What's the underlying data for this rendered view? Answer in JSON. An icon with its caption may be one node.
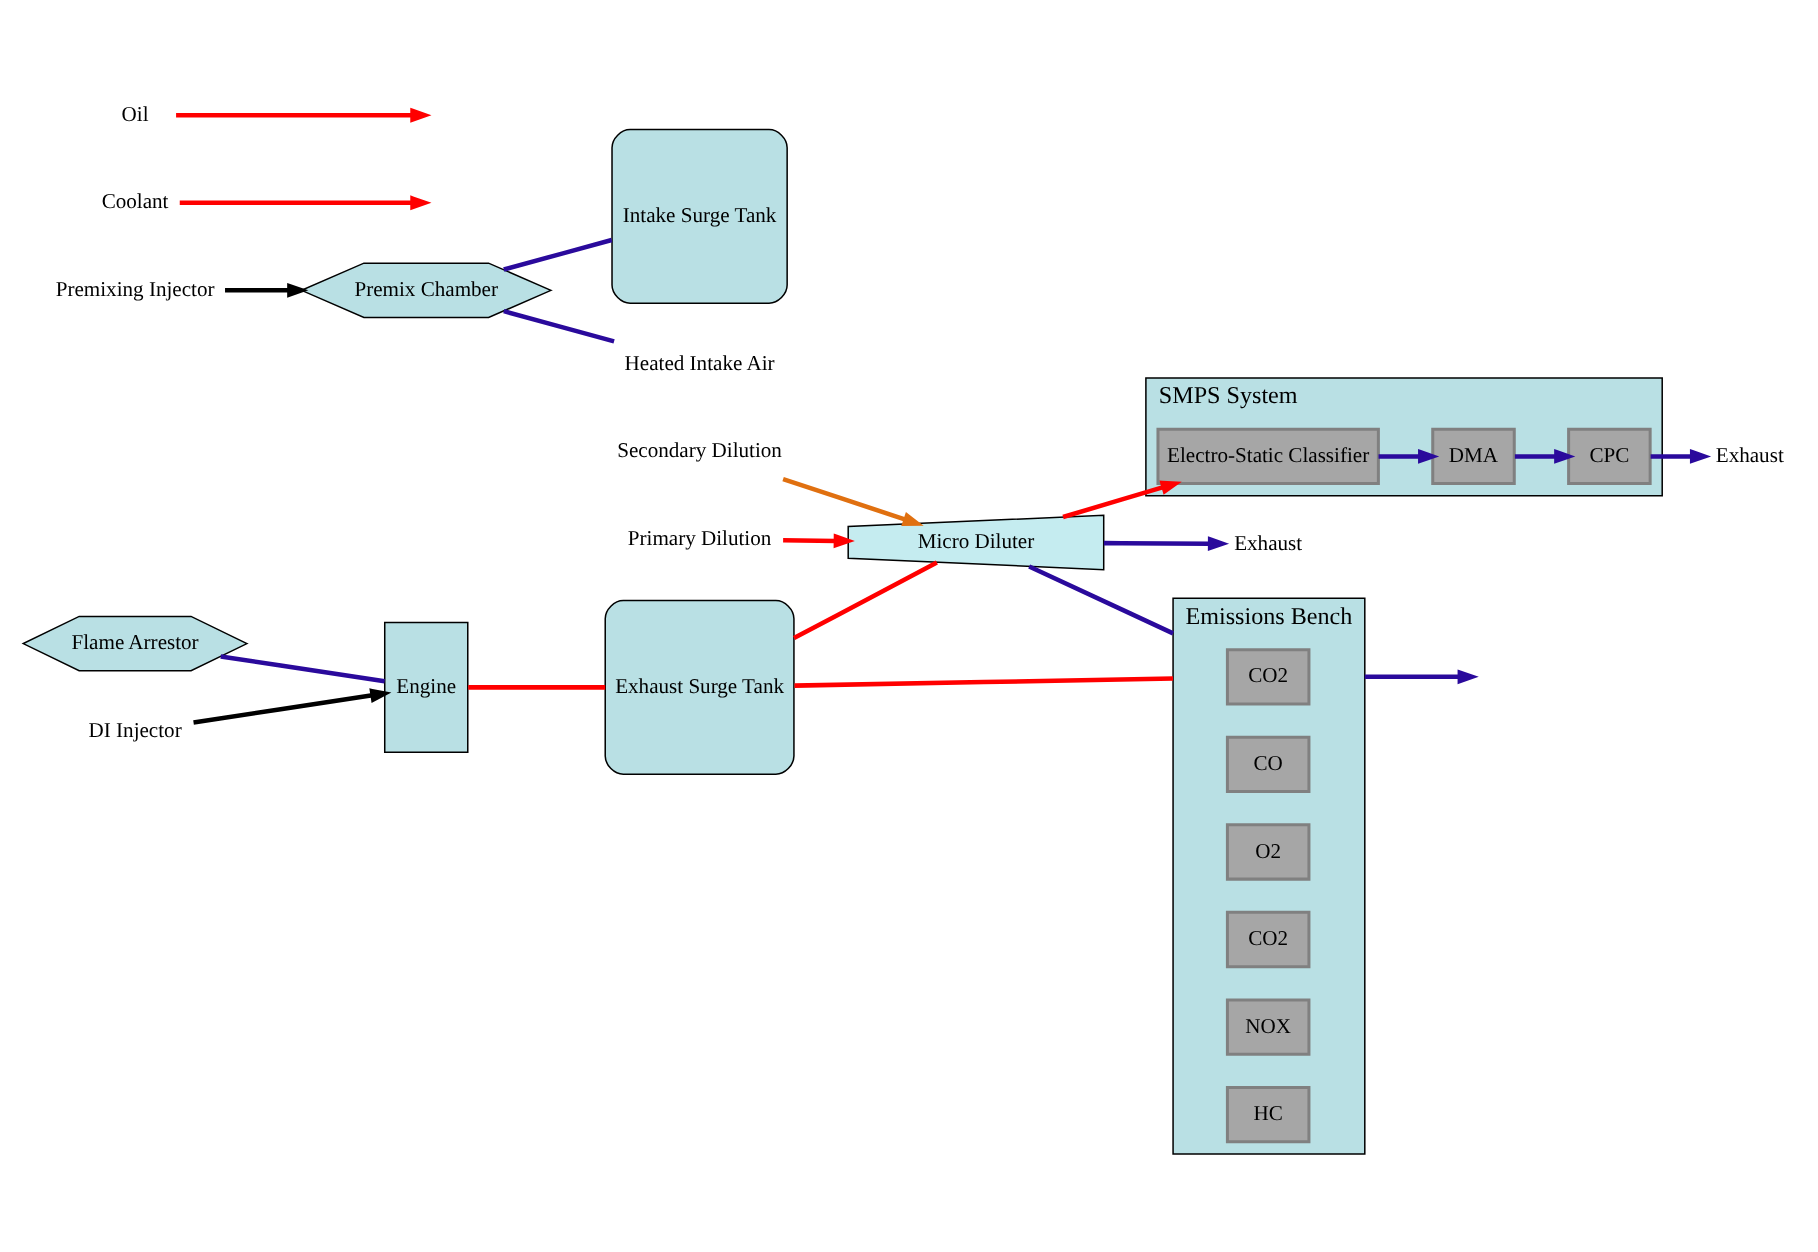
{
  "diagram": {
    "nodes": [
      {
        "text": [
          "Emissions Bench"
        ]
      },
      {
        "text": [
          "CO2"
        ],
        "in": 0
      },
      {
        "text": [
          "CO"
        ],
        "in": 0
      },
      {
        "text": [
          "O2"
        ],
        "in": 0
      },
      {
        "text": [
          "CO2"
        ],
        "in": 0
      },
      {
        "text": [
          "NOX"
        ],
        "in": 0
      },
      {
        "text": [
          "HC"
        ],
        "in": 0
      },
      {
        "text": [
          "Micro Diluter"
        ]
      },
      {
        "text": [
          "Exhaust"
        ]
      },
      {
        "text": [
          "Secondary Dilution"
        ]
      },
      {
        "text": [
          "Primary Dilution"
        ]
      },
      {
        "text": [
          "SMPS System"
        ]
      },
      {
        "text": [
          "Electro-Static Classifier"
        ],
        "in": 11
      },
      {
        "text": [
          "DMA"
        ],
        "in": 11
      },
      {
        "text": [
          "CPC"
        ],
        "in": 11
      },
      {
        "text": [
          "Exhaust"
        ]
      },
      {
        "text": [
          "Exhaust Surge Tank"
        ]
      },
      {
        "text": [
          "Intake Surge Tank"
        ]
      },
      {
        "text": [
          "Premix Chamber"
        ]
      },
      {
        "text": [
          "Premixing Injector"
        ]
      },
      {
        "text": [
          "Heated Intake Air"
        ]
      },
      {
        "text": [
          "Flame Arrestor"
        ]
      },
      {
        "text": [
          "Engine"
        ]
      },
      {
        "text": [
          "DI Injector"
        ]
      },
      {
        "text": [
          "Coolant"
        ]
      },
      {
        "text": [
          "Oil"
        ]
      }
    ],
    "edges": [
      {
        "from": 16,
        "to": 0,
        "arrow": "none",
        "color": "#ff0000"
      },
      {
        "from": 16,
        "to": 7,
        "arrow": "none",
        "color": "#ff0000"
      },
      {
        "from": 7,
        "to": 0,
        "arrow": "none",
        "color": "#2a0a9c"
      },
      {
        "from": 7,
        "to": 8,
        "arrow": "to",
        "color": "#2a0a9c"
      },
      {
        "from": 9,
        "to": 7,
        "arrow": "to",
        "color": "#e07010"
      },
      {
        "from": 10,
        "to": 7,
        "arrow": "to",
        "color": "#ff0000"
      },
      {
        "from": 7,
        "to": 12,
        "arrow": "to",
        "color": "#ff0000"
      },
      {
        "from": 12,
        "to": 13,
        "arrow": "to",
        "color": "#2a0a9c"
      },
      {
        "from": 13,
        "to": 14,
        "arrow": "to",
        "color": "#2a0a9c"
      },
      {
        "from": 14,
        "to": 15,
        "arrow": "to",
        "color": "#2a0a9c"
      },
      {
        "from": 0,
        "to": null,
        "arrow": "to",
        "color": "#2a0a9c"
      },
      {
        "from": 22,
        "to": 16,
        "arrow": "none",
        "color": "#ff0000"
      },
      {
        "from": 19,
        "to": 18,
        "arrow": "to",
        "color": "#000000"
      },
      {
        "from": 18,
        "to": 20,
        "arrow": "none",
        "color": "#2a0a9c"
      },
      {
        "from": 18,
        "to": 17,
        "arrow": "none",
        "color": "#2a0a9c"
      },
      {
        "from": 21,
        "to": 22,
        "arrow": "none",
        "color": "#2a0a9c"
      },
      {
        "from": 23,
        "to": 22,
        "arrow": "to",
        "color": "#000000"
      },
      {
        "from": 24,
        "to": null,
        "arrow": "to",
        "color": "#ff0000"
      },
      {
        "from": 25,
        "to": null,
        "arrow": "to",
        "color": "#ff0000"
      }
    ]
  }
}
